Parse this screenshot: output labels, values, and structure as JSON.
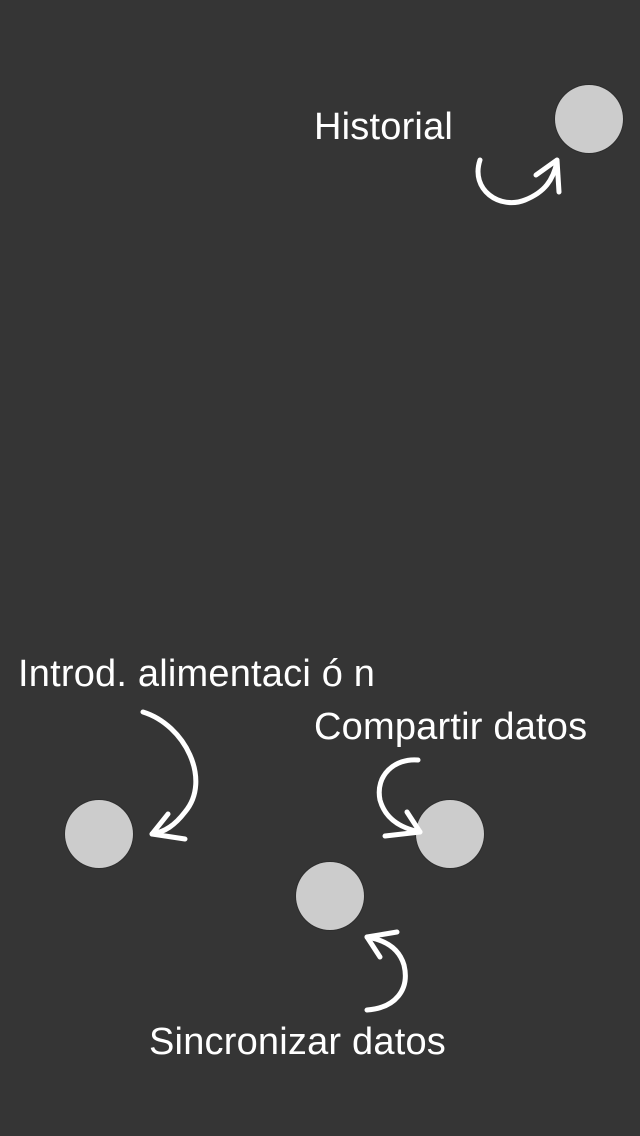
{
  "overlay": {
    "history_label": "Historial",
    "food_entry_label": "Introd. alimentaci ó n",
    "share_label": "Compartir datos",
    "sync_label": "Sincronizar datos"
  },
  "colors": {
    "background": "#353535",
    "button": "#cccccc",
    "text": "#ffffff"
  }
}
